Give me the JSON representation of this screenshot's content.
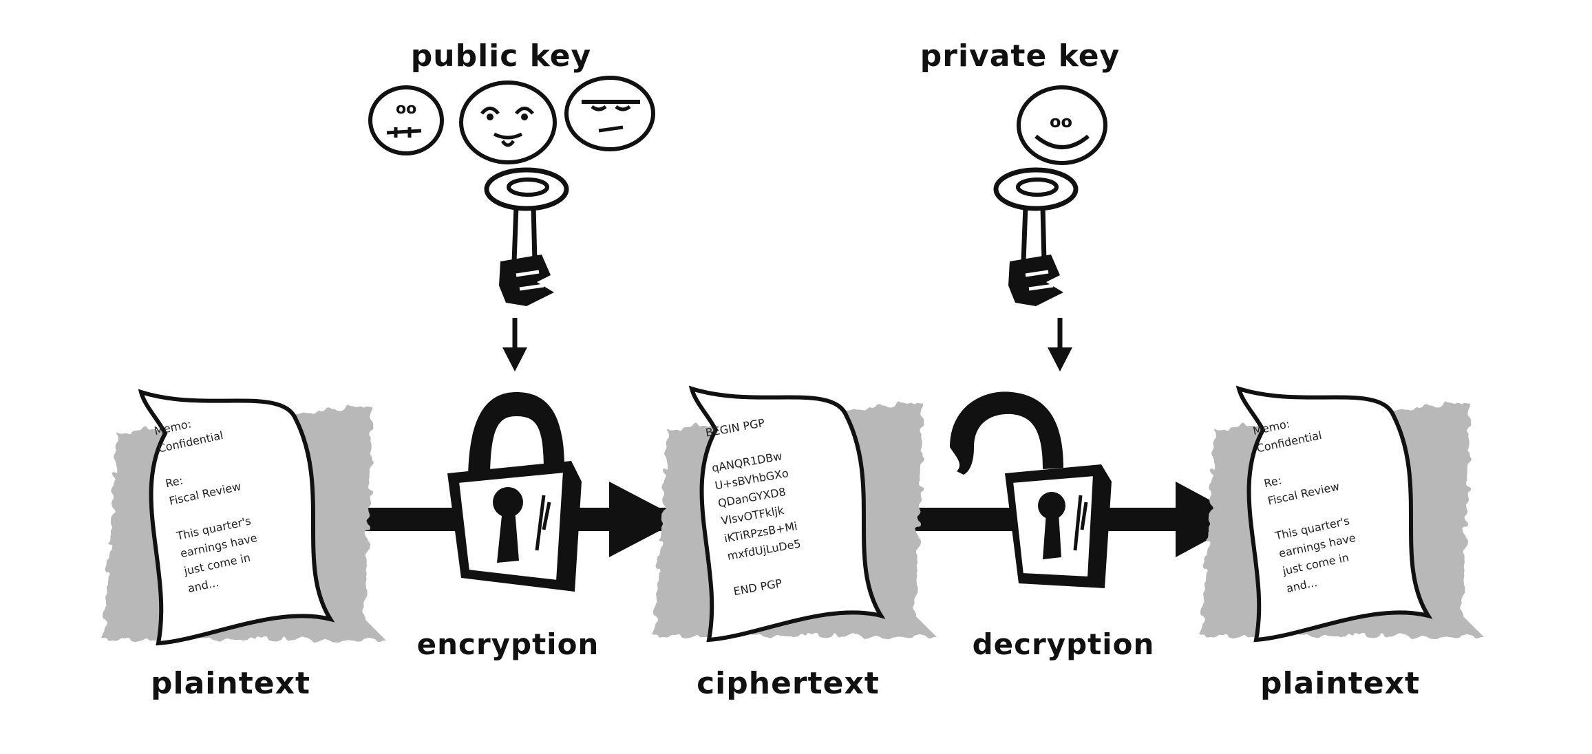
{
  "labels": {
    "public_key": "public key",
    "private_key": "private key",
    "encryption": "encryption",
    "decryption": "decryption",
    "plaintext_left": "plaintext",
    "ciphertext": "ciphertext",
    "plaintext_right": "plaintext"
  },
  "documents": {
    "plaintext_left": [
      "Memo:",
      "Confidential",
      "",
      "Re:",
      "Fiscal Review",
      "",
      "This quarter's",
      "earnings have",
      "just come in",
      "and..."
    ],
    "ciphertext": [
      "BEGIN PGP",
      "",
      "qANQR1DBw",
      "U+sBVhbGXo",
      "QDanGYXD8",
      "VIsvOTFkljk",
      "iKTiRPzsB+Mi",
      "mxfdUjLuDe5",
      "",
      "END PGP"
    ],
    "plaintext_right": [
      "Memo:",
      "Confidential",
      "",
      "Re:",
      "Fiscal Review",
      "",
      "This quarter's",
      "earnings have",
      "just come in",
      "and..."
    ]
  },
  "colors": {
    "ink": "#111111",
    "shadow": "#b8b8b8",
    "paper": "#ffffff"
  },
  "icons": [
    "face-icon",
    "key-icon",
    "padlock-closed-icon",
    "padlock-open-icon",
    "document-icon",
    "arrow-icon"
  ]
}
